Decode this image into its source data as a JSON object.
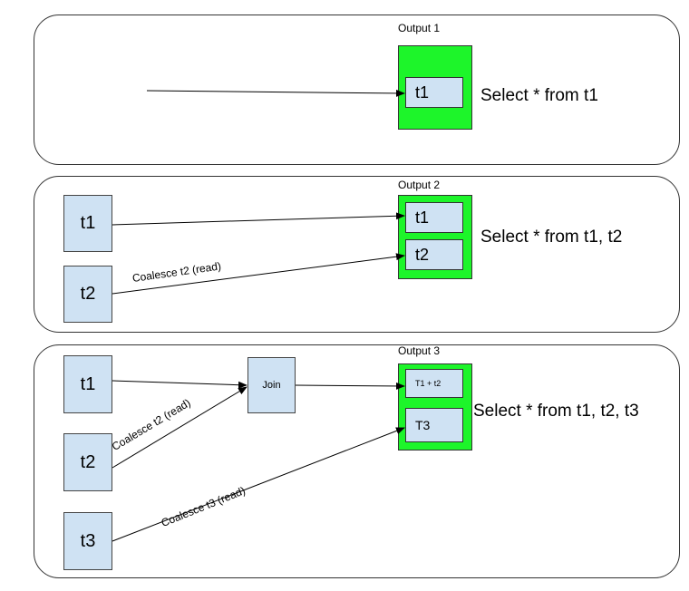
{
  "panel1": {
    "output_label": "Output 1",
    "tables": [
      "t1"
    ],
    "query": "Select * from t1"
  },
  "panel2": {
    "output_label": "Output 2",
    "sources": [
      "t1",
      "t2"
    ],
    "tables": [
      "t1",
      "t2"
    ],
    "edge_label": "Coalesce t2 (read)",
    "query": "Select * from t1, t2"
  },
  "panel3": {
    "output_label": "Output 3",
    "sources": [
      "t1",
      "t2",
      "t3"
    ],
    "join_label": "Join",
    "tables": [
      "T1 + t2",
      "T3"
    ],
    "edge_label_t2": "Coalesce t2 (read)",
    "edge_label_t3": "Coalesce t3 (read)",
    "query": "Select * from t1, t2, t3"
  },
  "colors": {
    "output_fill": "#1df52a",
    "table_fill": "#cfe2f3"
  }
}
